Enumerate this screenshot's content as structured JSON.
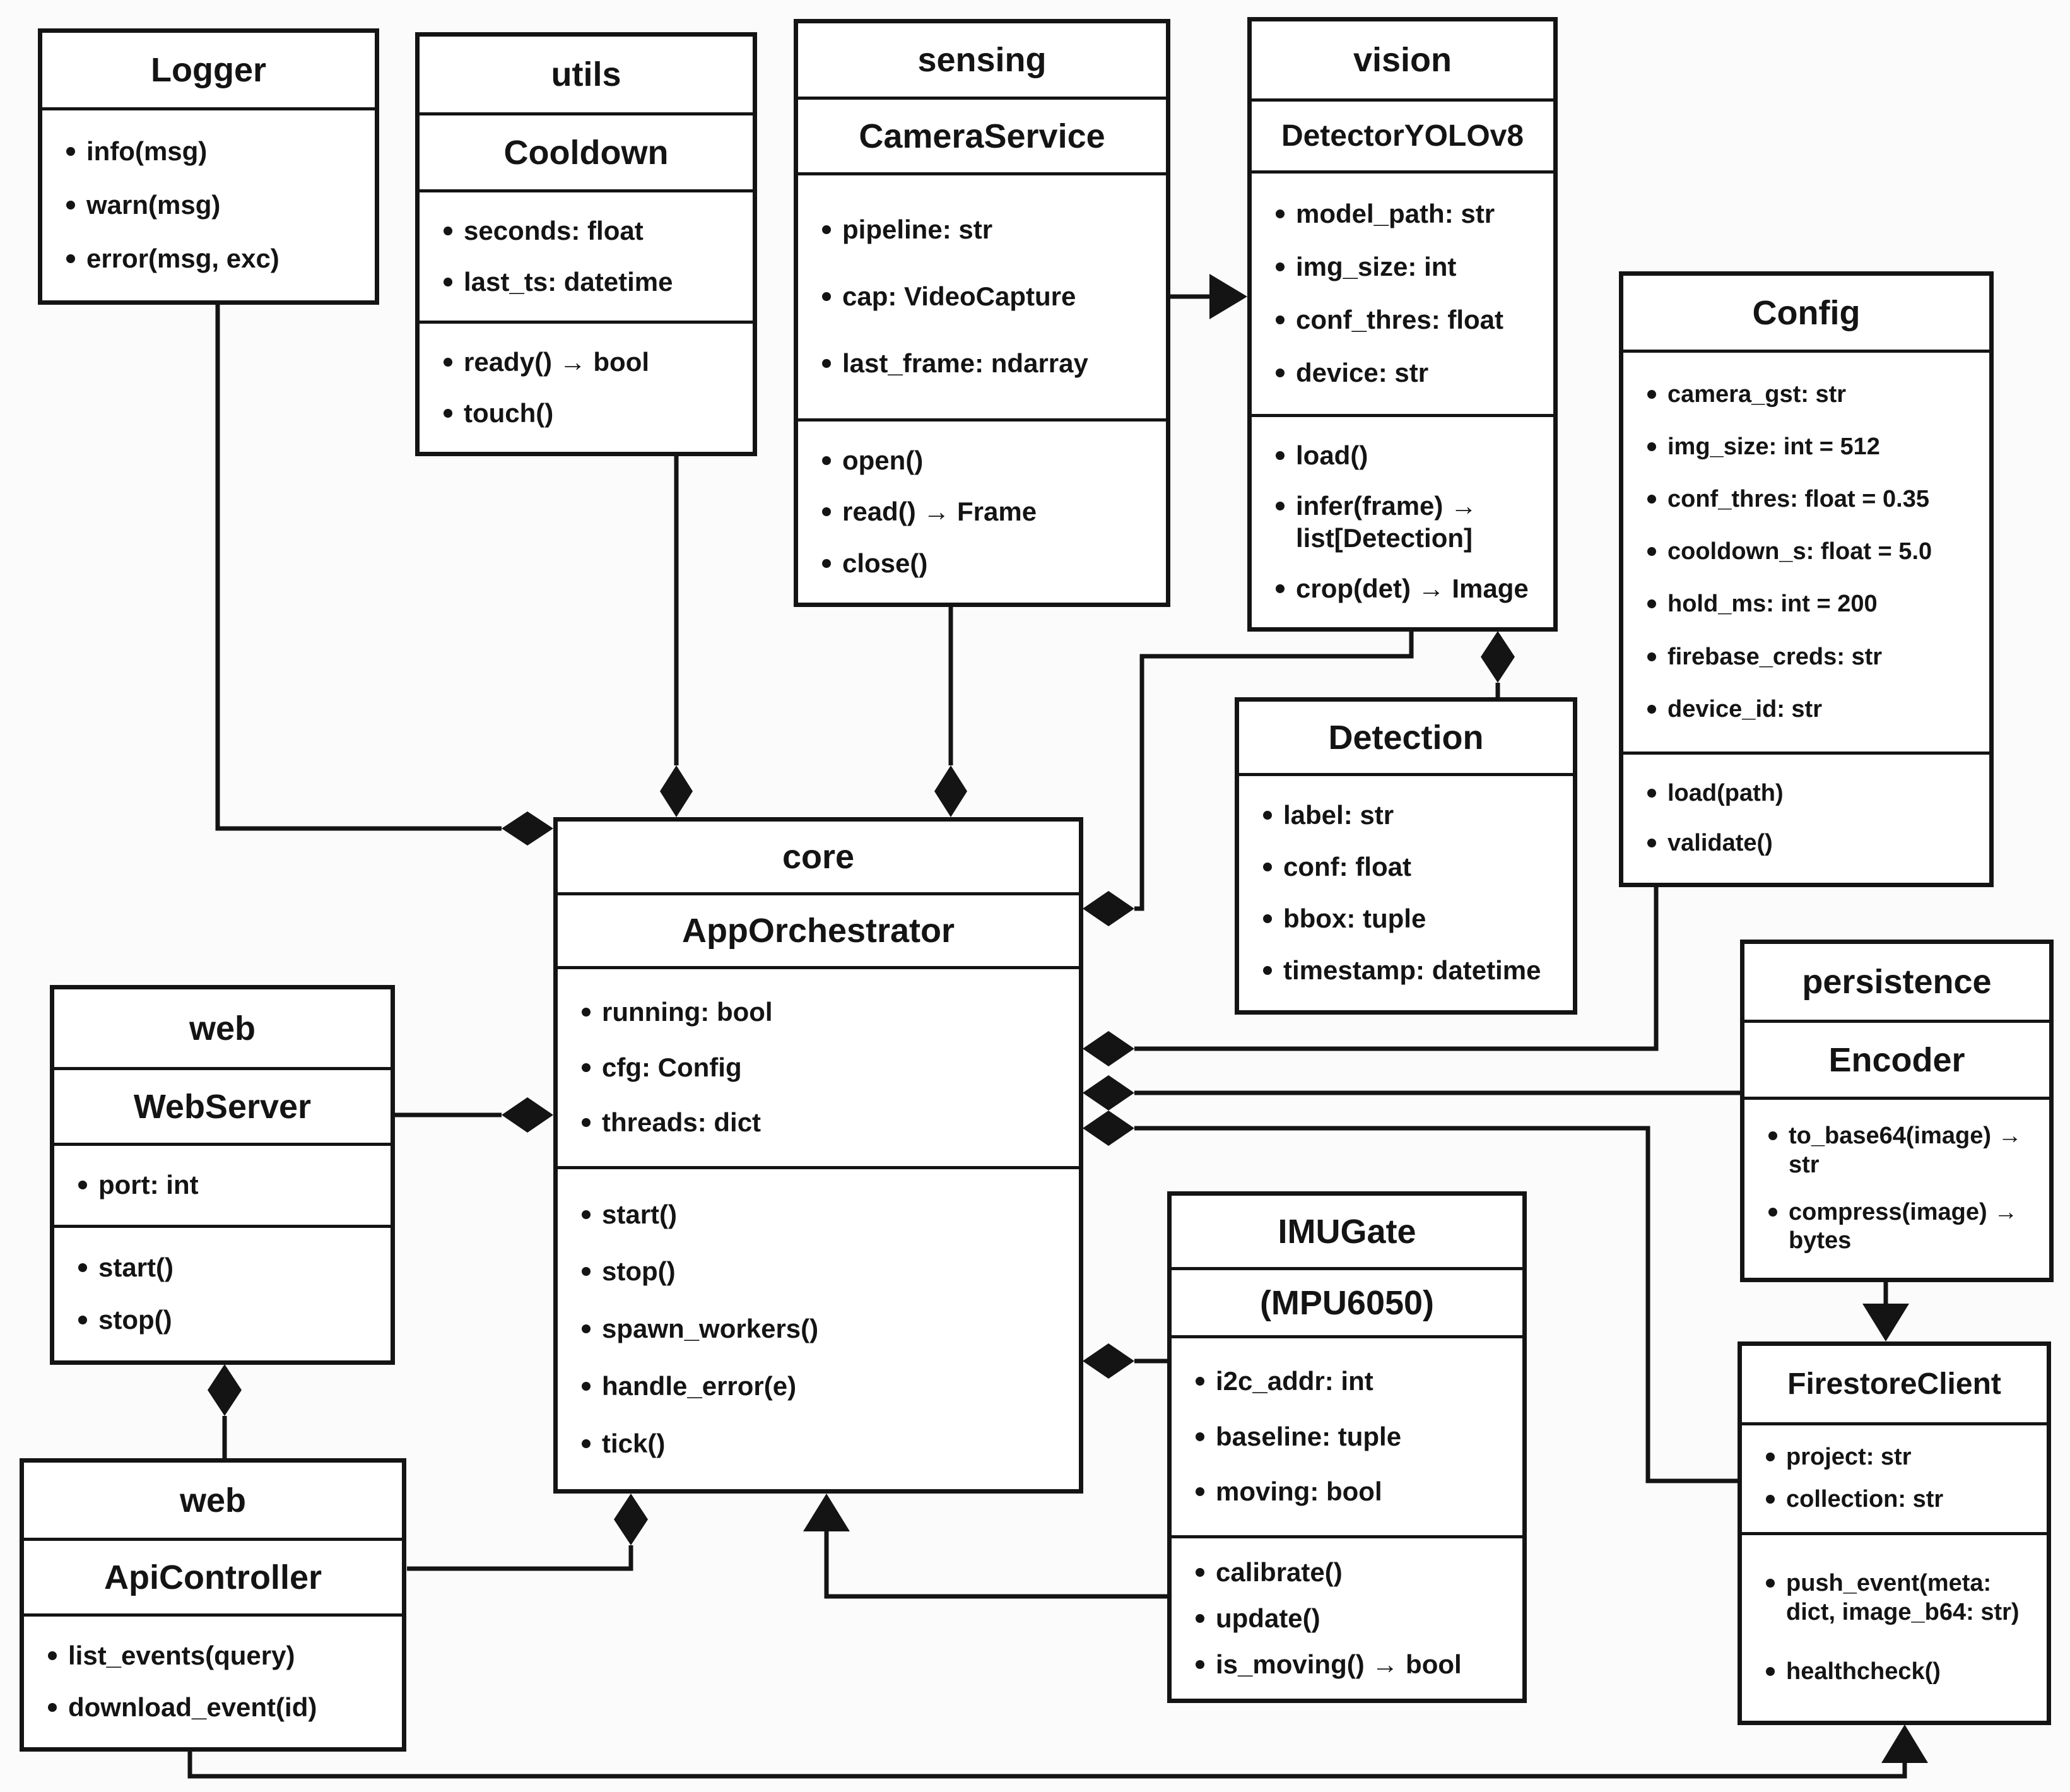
{
  "classes": {
    "logger": {
      "title": "Logger",
      "methods": [
        "info(msg)",
        "warn(msg)",
        "error(msg, exc)"
      ]
    },
    "cooldown": {
      "package": "utils",
      "name": "Cooldown",
      "attributes": [
        "seconds: float",
        "last_ts: datetime"
      ],
      "methods": [
        "ready() → bool",
        "touch()"
      ]
    },
    "camera": {
      "package": "sensing",
      "name": "CameraService",
      "attributes": [
        "pipeline: str",
        "cap: VideoCapture",
        "last_frame: ndarray"
      ],
      "methods": [
        "open()",
        "read() → Frame",
        "close()"
      ]
    },
    "detector": {
      "package": "vision",
      "name": "DetectorYOLOv8",
      "attributes": [
        "model_path: str",
        "img_size: int",
        "conf_thres: float",
        "device: str"
      ],
      "methods": [
        "load()",
        "infer(frame) → list[Detection]",
        "crop(det) → Image"
      ]
    },
    "config": {
      "title": "Config",
      "attributes": [
        "camera_gst: str",
        "img_size: int = 512",
        "conf_thres: float = 0.35",
        "cooldown_s: float = 5.0",
        "hold_ms: int = 200",
        "firebase_creds: str",
        "device_id: str"
      ],
      "methods": [
        "load(path)",
        "validate()"
      ]
    },
    "detection": {
      "title": "Detection",
      "attributes": [
        "label: str",
        "conf: float",
        "bbox: tuple",
        "timestamp: datetime"
      ]
    },
    "core": {
      "package": "core",
      "name": "AppOrchestrator",
      "attributes": [
        "running: bool",
        "cfg: Config",
        "threads: dict"
      ],
      "methods": [
        "start()",
        "stop()",
        "spawn_workers()",
        "handle_error(e)",
        "tick()"
      ]
    },
    "webserver": {
      "package": "web",
      "name": "WebServer",
      "attributes": [
        "port: int"
      ],
      "methods": [
        "start()",
        "stop()"
      ]
    },
    "apicontroller": {
      "package": "web",
      "name": "ApiController",
      "methods": [
        "list_events(query)",
        "download_event(id)"
      ]
    },
    "encoder": {
      "package": "persistence",
      "name": "Encoder",
      "methods": [
        "to_base64(image) → str",
        "compress(image) → bytes"
      ]
    },
    "firestore": {
      "title": "FirestoreClient",
      "attributes": [
        "project: str",
        "collection: str"
      ],
      "methods": [
        "push_event(meta: dict, image_b64: str)",
        "healthcheck()"
      ]
    },
    "imugate": {
      "package": "IMUGate",
      "name": "(MPU6050)",
      "attributes": [
        "i2c_addr: int",
        "baseline: tuple",
        "moving: bool"
      ],
      "methods": [
        "calibrate()",
        "update()",
        "is_moving() → bool"
      ]
    }
  },
  "relationships": [
    {
      "from": "Logger",
      "to": "core.AppOrchestrator",
      "type": "composition"
    },
    {
      "from": "utils.Cooldown",
      "to": "core.AppOrchestrator",
      "type": "composition"
    },
    {
      "from": "sensing.CameraService",
      "to": "core.AppOrchestrator",
      "type": "composition"
    },
    {
      "from": "sensing.CameraService",
      "to": "vision.DetectorYOLOv8",
      "type": "directed-association"
    },
    {
      "from": "vision.DetectorYOLOv8",
      "to": "core.AppOrchestrator",
      "type": "composition"
    },
    {
      "from": "Detection",
      "to": "vision.DetectorYOLOv8",
      "type": "composition"
    },
    {
      "from": "Config",
      "to": "core.AppOrchestrator",
      "type": "composition"
    },
    {
      "from": "persistence.Encoder",
      "to": "core.AppOrchestrator",
      "type": "composition"
    },
    {
      "from": "FirestoreClient",
      "to": "core.AppOrchestrator",
      "type": "composition"
    },
    {
      "from": "IMUGate (MPU6050)",
      "to": "core.AppOrchestrator",
      "type": "composition"
    },
    {
      "from": "IMUGate (MPU6050)",
      "to": "core.AppOrchestrator",
      "type": "directed-association"
    },
    {
      "from": "web.WebServer",
      "to": "core.AppOrchestrator",
      "type": "composition"
    },
    {
      "from": "web.ApiController",
      "to": "web.WebServer",
      "type": "composition"
    },
    {
      "from": "web.ApiController",
      "to": "core.AppOrchestrator",
      "type": "composition"
    },
    {
      "from": "persistence.Encoder",
      "to": "FirestoreClient",
      "type": "directed-association"
    },
    {
      "from": "web.ApiController",
      "to": "FirestoreClient",
      "type": "directed-association"
    }
  ],
  "colors": {
    "line": "#141414",
    "box_bg": "#ffffff",
    "page_bg": "#fbfbfb"
  }
}
